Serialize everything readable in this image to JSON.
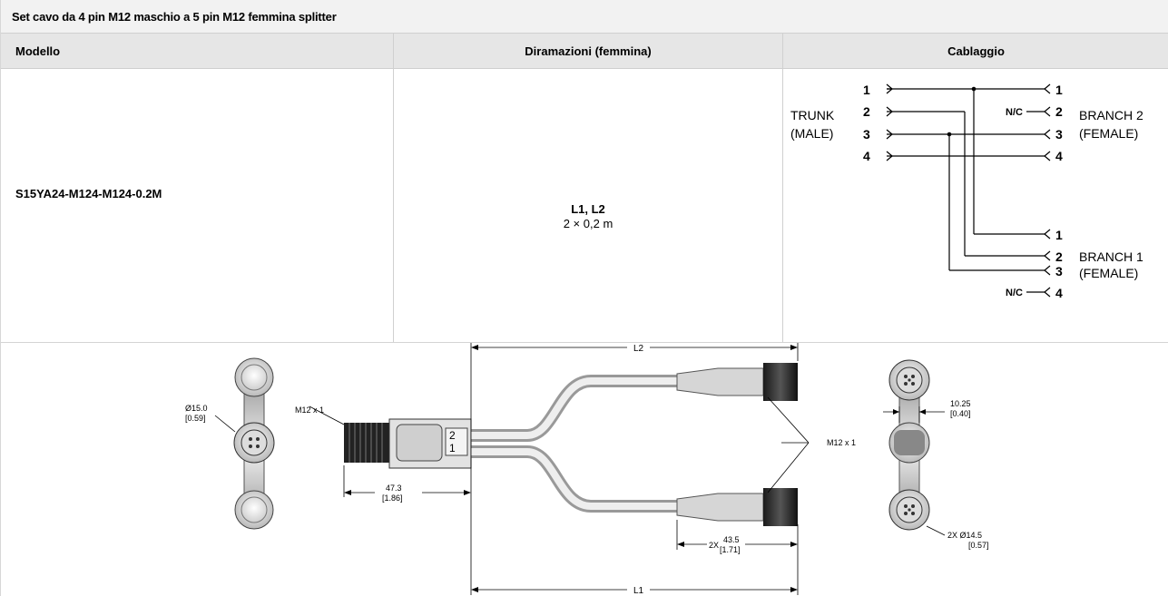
{
  "title": "Set cavo da 4 pin M12 maschio a 5 pin M12 femmina splitter",
  "headers": {
    "model": "Modello",
    "branches": "Diramazioni (femmina)",
    "wiring": "Cablaggio"
  },
  "row": {
    "model": "S15YA24-M124-M124-0.2M",
    "branch_names": "L1, L2",
    "branch_length": "2 × 0,2 m"
  },
  "wiring_diagram": {
    "trunk_label": "TRUNK",
    "trunk_sub": "(MALE)",
    "trunk_pins": [
      "1",
      "2",
      "3",
      "4"
    ],
    "branch2_label": "BRANCH 2",
    "branch2_sub": "(FEMALE)",
    "branch2_pins": [
      "1",
      "2",
      "3",
      "4"
    ],
    "branch1_label": "BRANCH 1",
    "branch1_sub": "(FEMALE)",
    "branch1_pins": [
      "1",
      "2",
      "3",
      "4"
    ],
    "nc_label": "N/C"
  },
  "dimension_drawing": {
    "dia_left": "Ø15.0",
    "dia_left_in": "[0.59]",
    "thread_left": "M12 x 1",
    "length_body": "47.3",
    "length_body_in": "[1.86]",
    "l2": "L2",
    "l1": "L1",
    "thread_right": "M12 x 1",
    "qty_2x": "2X",
    "len_conn": "43.5",
    "len_conn_in": "[1.71]",
    "width_right": "10.25",
    "width_right_in": "[0.40]",
    "dia_right": "2X  Ø14.5",
    "dia_right_in": "[0.57]"
  }
}
